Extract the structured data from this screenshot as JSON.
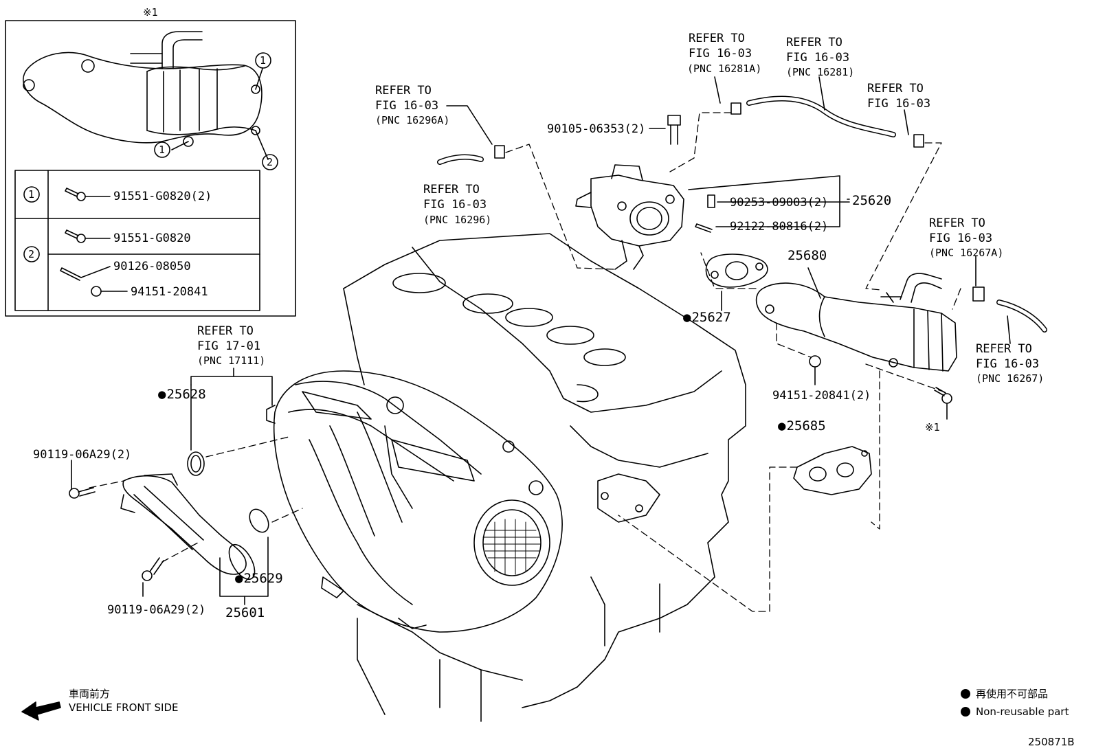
{
  "inset": {
    "mark": "※1",
    "callout_1": "1",
    "callout_2": "2",
    "rows": [
      {
        "key": "1",
        "parts": [
          "91551-G0820(2)"
        ]
      },
      {
        "key": "2",
        "parts": [
          "91551-G0820",
          "90126-08050",
          "94151-20841"
        ]
      }
    ]
  },
  "refer_labels": [
    {
      "line1": "REFER TO",
      "line2": "FIG 16-03",
      "line3": "(PNC 16296A)"
    },
    {
      "line1": "REFER TO",
      "line2": "FIG 16-03",
      "line3": "(PNC 16296)"
    },
    {
      "line1": "REFER TO",
      "line2": "FIG 16-03",
      "line3": "(PNC 16281A)"
    },
    {
      "line1": "REFER TO",
      "line2": "FIG 16-03",
      "line3": "(PNC 16281)"
    },
    {
      "line1": "REFER TO",
      "line2": "FIG 16-03",
      "line3": ""
    },
    {
      "line1": "REFER TO",
      "line2": "FIG 16-03",
      "line3": "(PNC 16267A)"
    },
    {
      "line1": "REFER TO",
      "line2": "FIG 16-03",
      "line3": "(PNC 16267)"
    },
    {
      "line1": "REFER TO",
      "line2": "FIG 17-01",
      "line3": "(PNC 17111)"
    }
  ],
  "parts": {
    "p90105": "90105-06353(2)",
    "p90253": "90253-09003(2)",
    "p92122": "92122-80816(2)",
    "p25620": "25620",
    "p25680": "25680",
    "p25627": "25627",
    "p94151": "94151-20841(2)",
    "p25685": "25685",
    "p25628": "25628",
    "p90119a": "90119-06A29(2)",
    "p90119b": "90119-06A29(2)",
    "p25629": "25629",
    "p25601": "25601",
    "mark1": "※1"
  },
  "legend": {
    "jp_label": "再使用不可部品",
    "en_label": "Non-reusable part"
  },
  "front": {
    "jp": "車両前方",
    "en": "VEHICLE FRONT SIDE"
  },
  "figure_code": "250871B"
}
